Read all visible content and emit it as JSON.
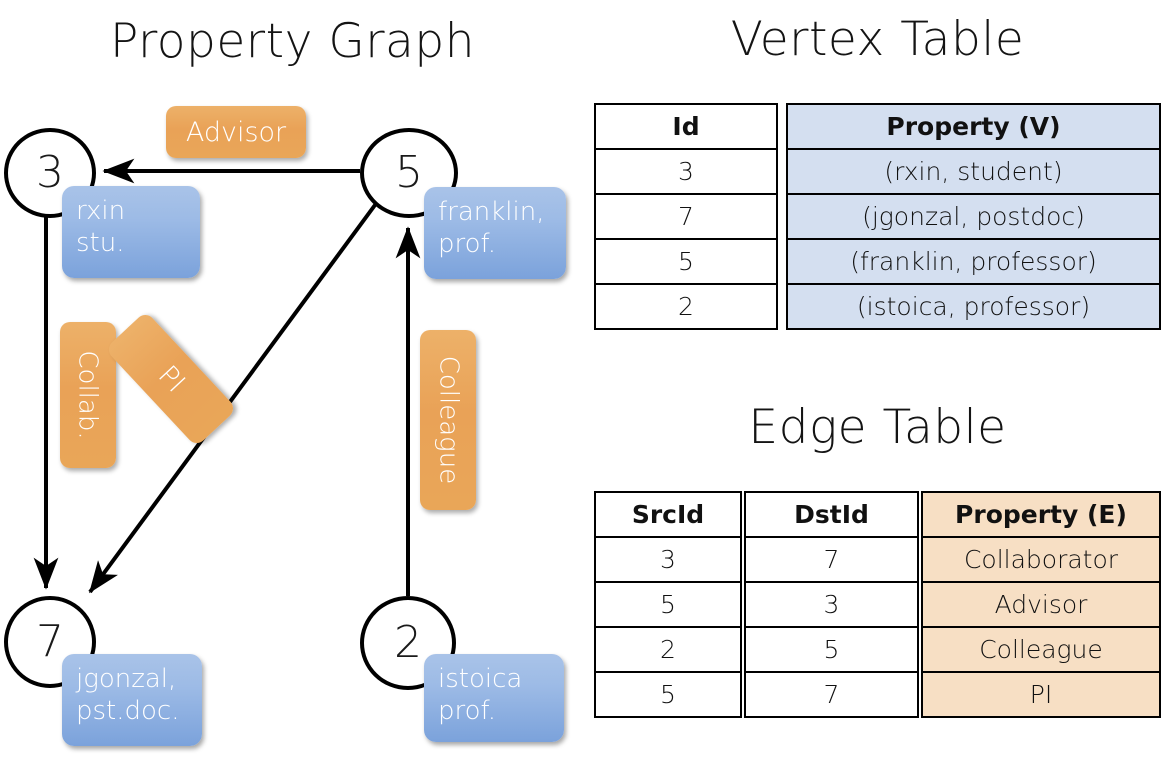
{
  "titles": {
    "property_graph": "Property Graph",
    "vertex_table": "Vertex Table",
    "edge_table": "Edge Table"
  },
  "colors": {
    "node_stroke": "#000000",
    "vertex_property_fill": "#d4dff0",
    "edge_property_fill": "#f7dfc4",
    "blue_box": "#8fb0e0",
    "orange_label": "#e9a257"
  },
  "graph": {
    "nodes": [
      {
        "id": "3",
        "property": "rxin\nstu."
      },
      {
        "id": "5",
        "property": "franklin,\nprof."
      },
      {
        "id": "7",
        "property": "jgonzal,\npst.doc."
      },
      {
        "id": "2",
        "property": "istoica\nprof."
      }
    ],
    "node_labels": {
      "n3": "3",
      "n5": "5",
      "n7": "7",
      "n2": "2"
    },
    "property_boxes": {
      "rxin_line1": "rxin",
      "rxin_line2": "stu.",
      "franklin_line1": "franklin,",
      "franklin_line2": "prof.",
      "jgonzal_line1": "jgonzal,",
      "jgonzal_line2": "pst.doc.",
      "istoica_line1": "istoica",
      "istoica_line2": "prof."
    },
    "edge_labels": {
      "advisor": "Advisor",
      "collab": "Collab.",
      "pi": "PI",
      "colleague": "Colleague"
    }
  },
  "vertex_table": {
    "headers": [
      "Id",
      "Property (V)"
    ],
    "rows": [
      {
        "id": "3",
        "property": "(rxin, student)"
      },
      {
        "id": "7",
        "property": "(jgonzal, postdoc)"
      },
      {
        "id": "5",
        "property": "(franklin, professor)"
      },
      {
        "id": "2",
        "property": "(istoica, professor)"
      }
    ]
  },
  "edge_table": {
    "headers": [
      "SrcId",
      "DstId",
      "Property (E)"
    ],
    "rows": [
      {
        "src": "3",
        "dst": "7",
        "property": "Collaborator"
      },
      {
        "src": "5",
        "dst": "3",
        "property": "Advisor"
      },
      {
        "src": "2",
        "dst": "5",
        "property": "Colleague"
      },
      {
        "src": "5",
        "dst": "7",
        "property": "PI"
      }
    ]
  }
}
